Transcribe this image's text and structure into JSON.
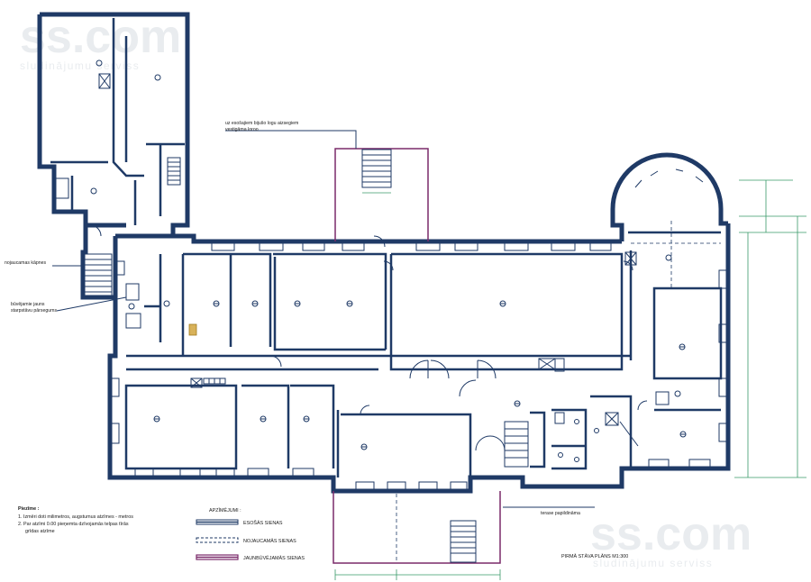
{
  "watermark": {
    "brand": "ss.com",
    "tagline": "sludinājumu serviss"
  },
  "annotations": {
    "facade_note_line1": "uz esošajiem bijušo logu aizsegiem",
    "facade_note_line2": "vestigāma loroo",
    "chimney": "nojaucamas kāpnes",
    "slab_line1": "būvējamie jauns",
    "slab_line2": "starpstāvu pārsegums",
    "terrace": "terase papildināma",
    "plan_title": "PIRMĀ STĀVA PLĀNS M1:300"
  },
  "notes": {
    "title": "Piezīme :",
    "line1": "1. Izmēri doti milimetros, augstumus atzīmes - metros",
    "line2": "2. Par atzīmi 0.00 pieņemta dzīvojamās telpas tīrās",
    "line3": "grīdas atzīme"
  },
  "legend": {
    "title": "APZĪMĒJUMI :",
    "item1": "ESOŠĀS SIENAS",
    "item2": "NOJAUCAMĀS SIENAS",
    "item3": "JAUNBŪVĒJAMĀS SIENAS"
  },
  "colors": {
    "wall": "#1f3a66",
    "new_wall": "#7a2a6a",
    "dimension": "#3a9a6a",
    "watermark": "#e9ecef"
  }
}
